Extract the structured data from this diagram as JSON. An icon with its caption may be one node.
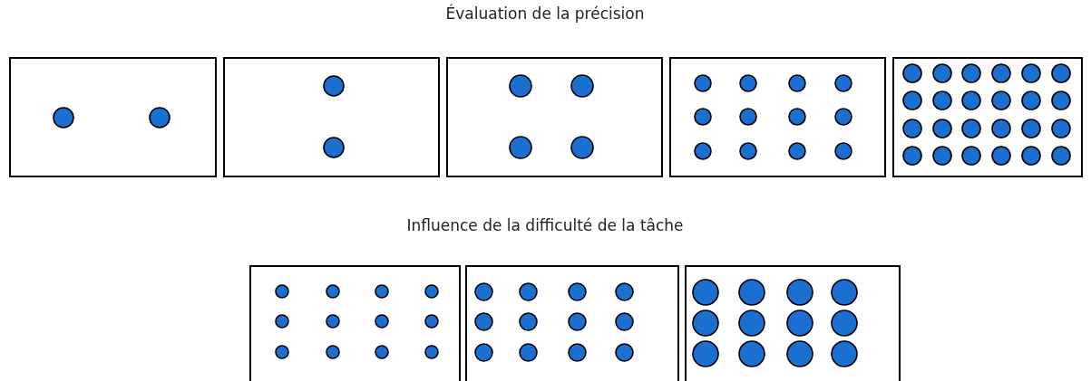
{
  "diagram": {
    "nodes": [
      {
        "text": [],
        "shape": "box"
      },
      {
        "text": [],
        "shape": "box"
      },
      {
        "text": [],
        "shape": "box"
      },
      {
        "text": [],
        "shape": "box"
      },
      {
        "text": [],
        "shape": "box"
      },
      {
        "text": [],
        "shape": "box"
      },
      {
        "text": [],
        "shape": "box"
      },
      {
        "text": [],
        "shape": "box"
      }
    ],
    "labels": [
      "Évaluation de la précision",
      "Influence de la difficulté de la tâche"
    ]
  }
}
